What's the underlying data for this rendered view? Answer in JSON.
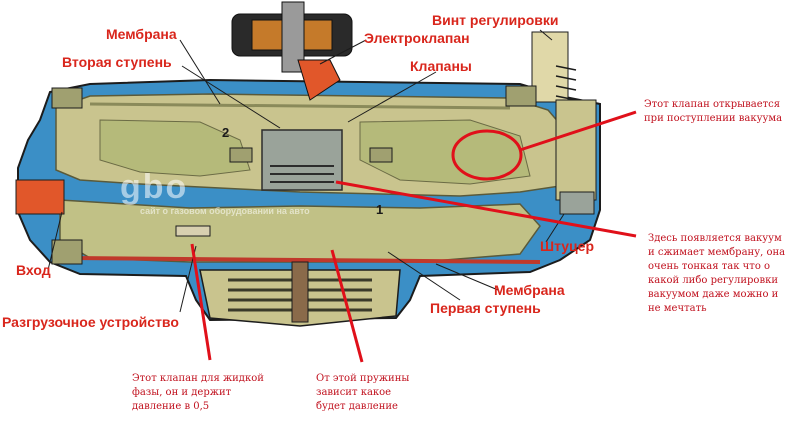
{
  "labels": {
    "membrane_top": "Мембрана",
    "second_stage": "Вторая ступень",
    "electrovalve": "Электроклапан",
    "adjust_screw": "Винт регулировки",
    "valves": "Клапаны",
    "inlet": "Вход",
    "fitting": "Штуцер",
    "membrane_bottom": "Мембрана",
    "first_stage": "Первая ступень",
    "relief_device": "Разгрузочное устройство"
  },
  "numbers": {
    "two": "2",
    "one": "1"
  },
  "watermark": {
    "logo": "gbo",
    "tagline": "сайт о газовом оборудовании на авто"
  },
  "notes": {
    "vacuum_valve": "Этот клапан открывается при поступлении вакуума",
    "vacuum_here": "Здесь появляется вакуум и сжимает мембрану, она очень тонкая так что о какой либо регулировки вакуумом даже можно и не мечтать",
    "liquid_valve": "Этот клапан для жидкой фазы, он и держит давление в 0,5",
    "spring": "От этой пружины зависит какое будет давление"
  },
  "colors": {
    "label_red": "#d9261c",
    "annotation_red": "#e0101a",
    "body_yellow": "#c9c48e",
    "chamber_green": "#b5ba7a",
    "steel_blue": "#3b8fc6",
    "dark": "#1c1c1c"
  }
}
